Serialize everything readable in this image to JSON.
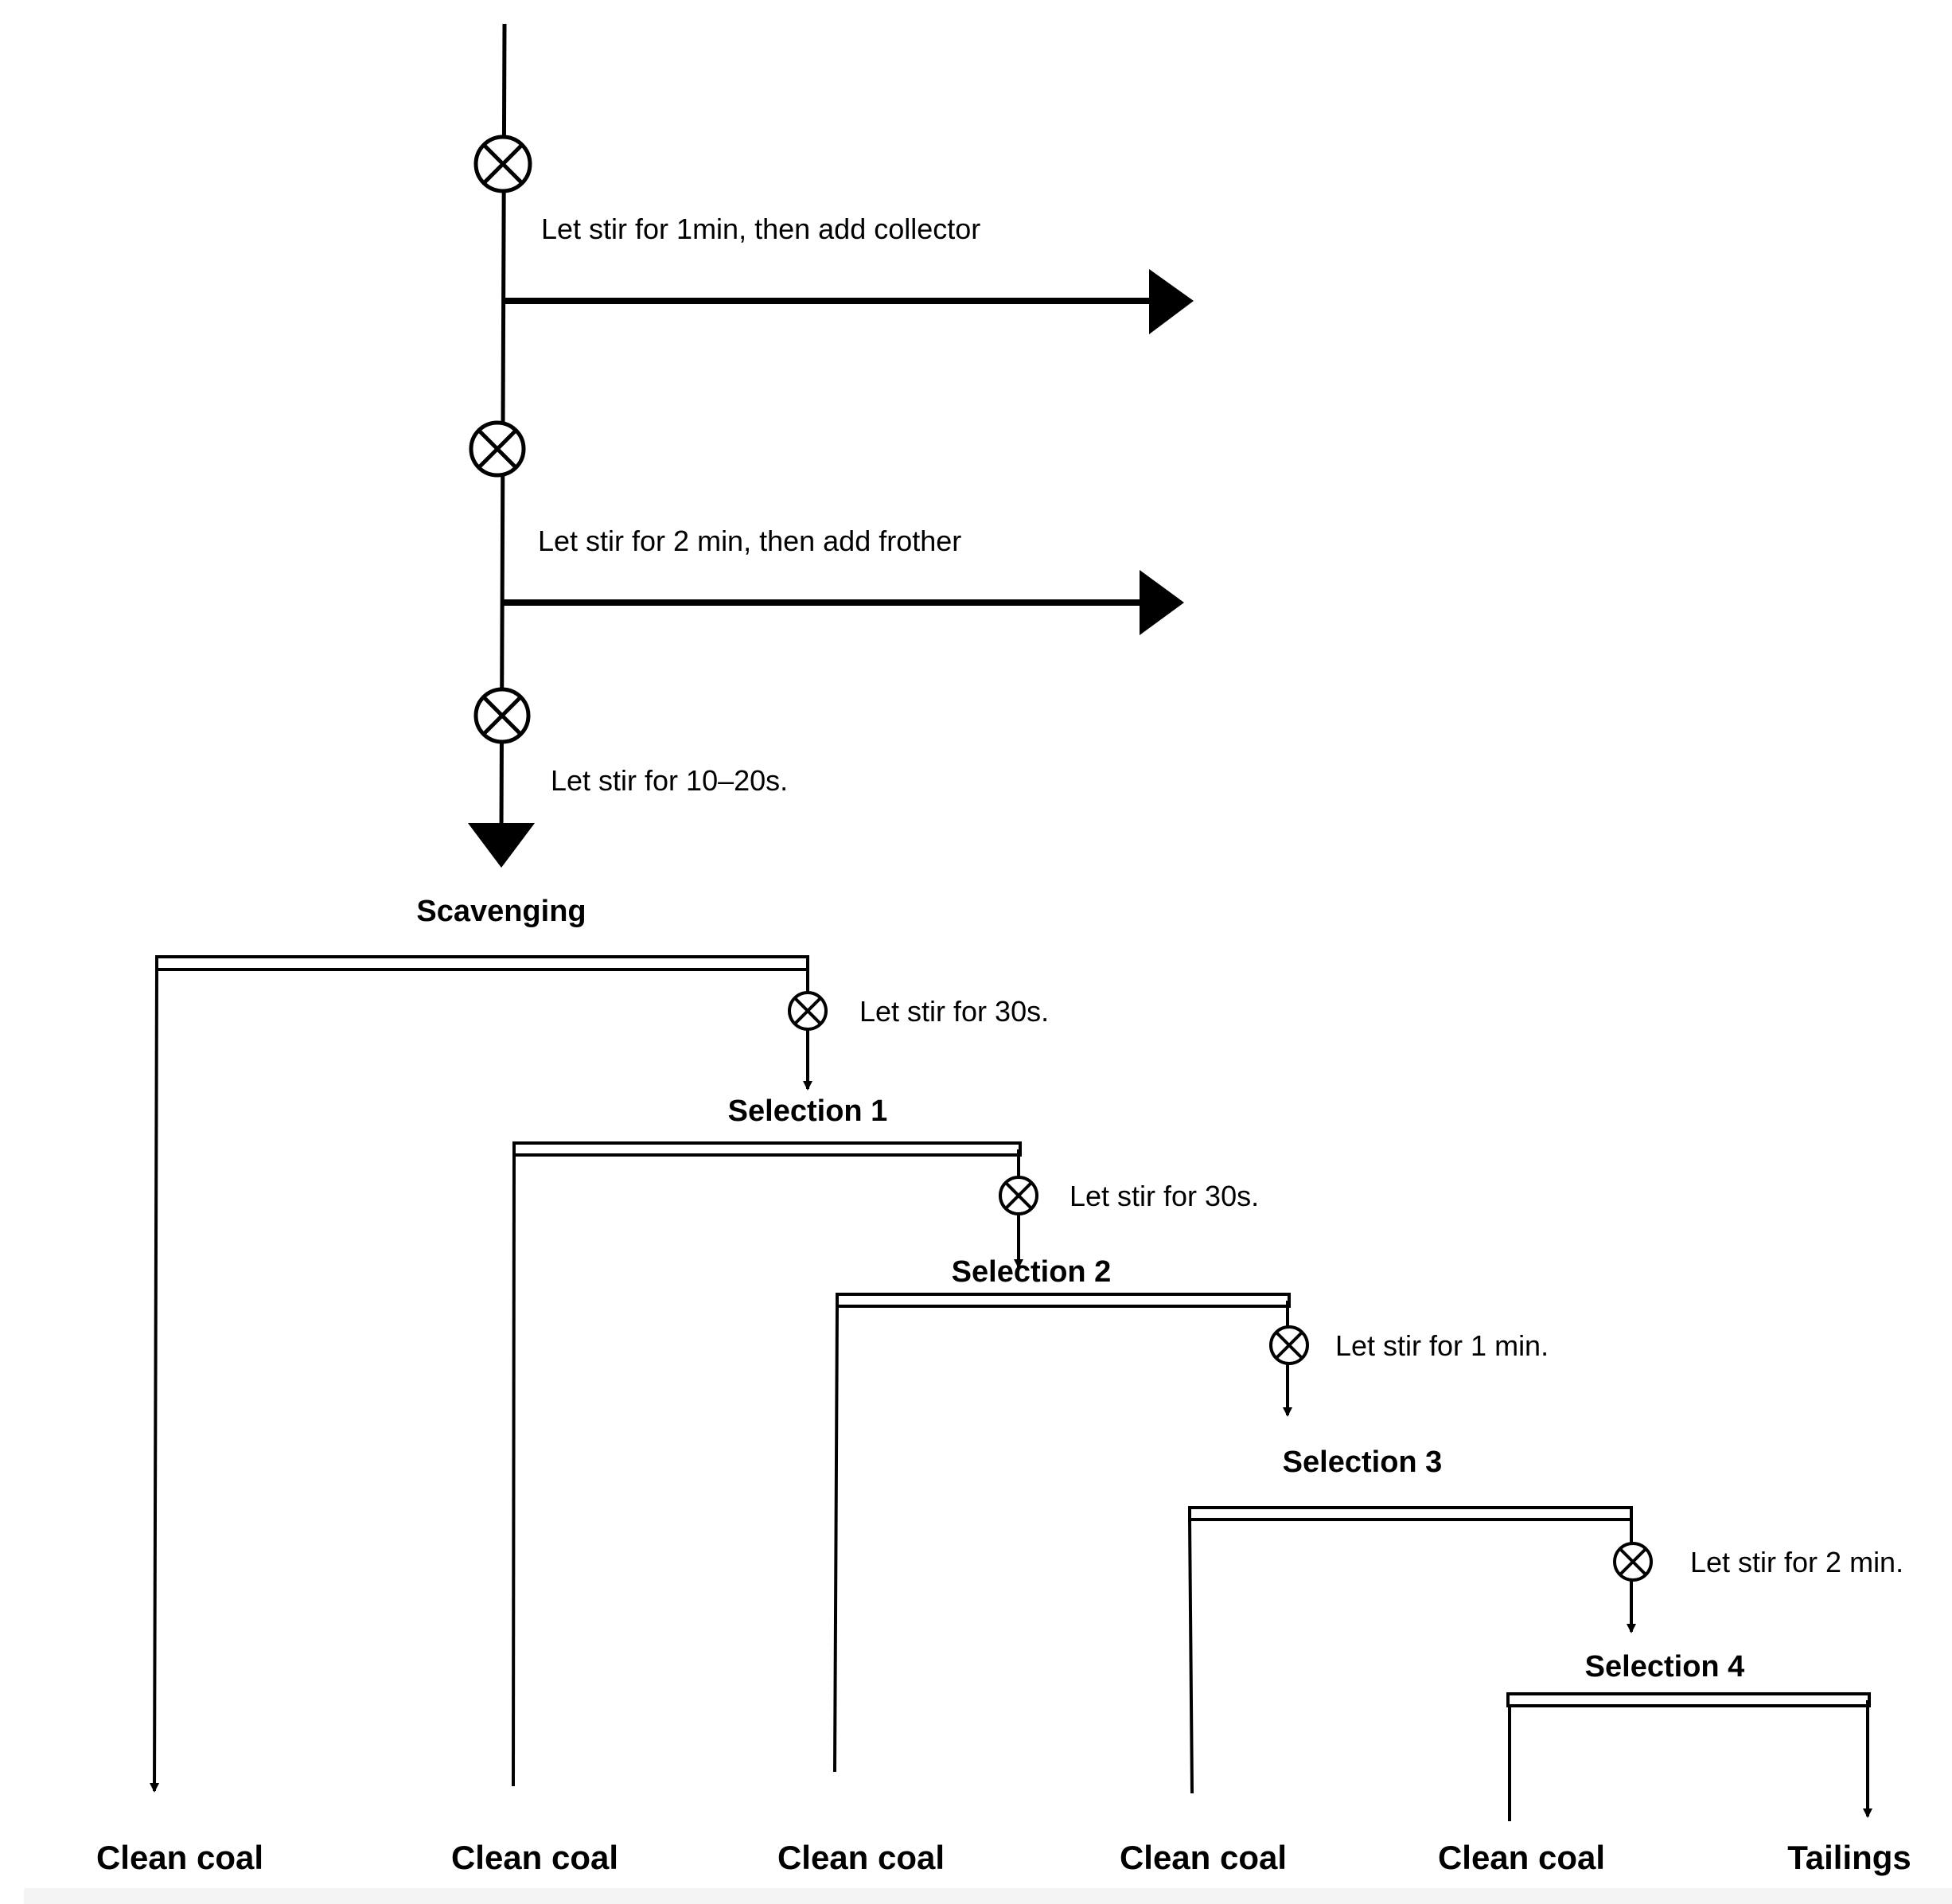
{
  "steps": {
    "collector": "Let stir for 1min, then add collector",
    "frother": "Let stir for 2 min, then add frother",
    "condition": "Let stir for 10–20s."
  },
  "stages": {
    "scavenging": "Scavenging",
    "selection1": "Selection 1",
    "selection2": "Selection 2",
    "selection3": "Selection 3",
    "selection4": "Selection 4"
  },
  "stir_labels": {
    "after_scavenging": "Let stir for 30s.",
    "after_selection1": "Let stir for 30s.",
    "after_selection2": "Let stir for 1 min.",
    "after_selection3": "Let stir for 2 min."
  },
  "outputs": [
    "Clean coal",
    "Clean coal",
    "Clean coal",
    "Clean coal",
    "Clean coal",
    "Tailings"
  ],
  "colors": {
    "line": "#000000",
    "background": "#ffffff"
  }
}
